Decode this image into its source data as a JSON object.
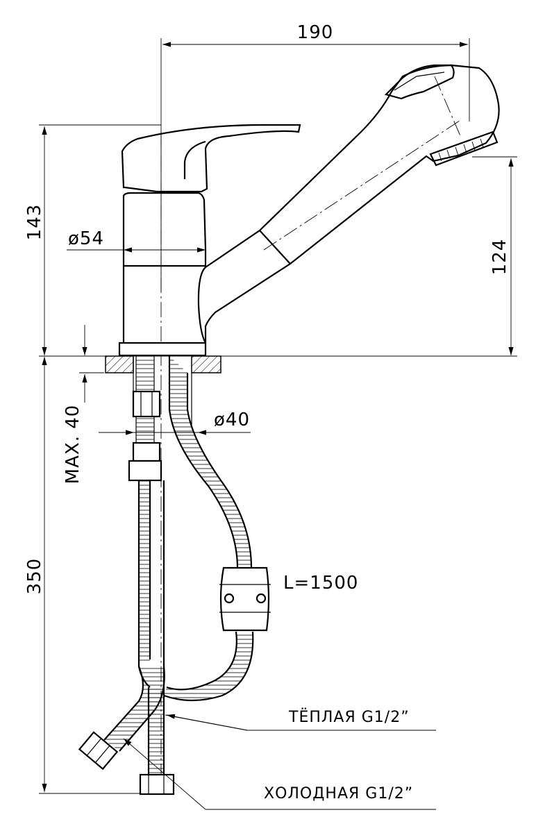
{
  "dimensions": {
    "width_total": "190",
    "height_total": "143",
    "spout_height": "124",
    "body_diameter": "ø54",
    "base_diameter": "ø40",
    "max_thickness": "MAX. 40",
    "hose_length_below": "350",
    "hose_length": "L=1500"
  },
  "labels": {
    "warm": "ТЁПЛАЯ  G1/2”",
    "cold": "ХОЛОДНАЯ  G1/2”"
  }
}
